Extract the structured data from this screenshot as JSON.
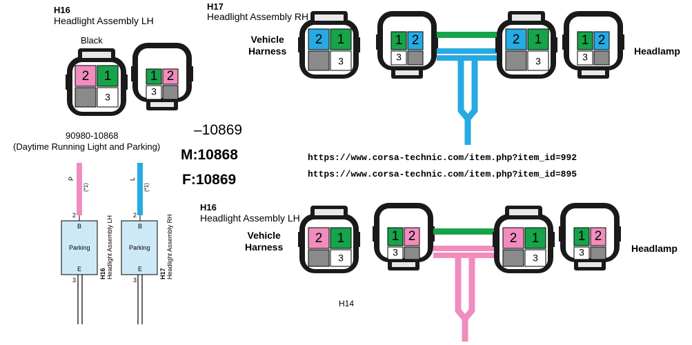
{
  "colors": {
    "pink": "#f08cbe",
    "green": "#17a34a",
    "blue": "#26aae1",
    "gray": "#8a8a8a",
    "box_fill": "#cde9f7",
    "connector_dark": "#1a1a1a"
  },
  "h16_top": {
    "code": "H16",
    "name": "Headlight Assembly LH"
  },
  "h17": {
    "code": "H17",
    "name": "Headlight Assembly RH"
  },
  "h16_bottom": {
    "code": "H16",
    "name": "Headlight Assembly LH"
  },
  "left_panel": {
    "color_label": "Black",
    "part_number": "90980-10868",
    "part_desc": "(Daytime Running Light and Parking)",
    "alt_number": "–10869",
    "male": "M:10868",
    "female": "F:10869"
  },
  "connector_pins": {
    "pin1": "1",
    "pin2": "2",
    "pin3": "3"
  },
  "row_labels": {
    "vehicle_harness_top": [
      "Vehicle",
      "Harness"
    ],
    "headlamp_top": "Headlamp",
    "vehicle_harness_bottom": [
      "Vehicle",
      "Harness"
    ],
    "headlamp_bottom": "Headlamp",
    "h14": "H14"
  },
  "urls": [
    "https://www.corsa-technic.com/item.php?item_id=992",
    "https://www.corsa-technic.com/item.php?item_id=895"
  ],
  "schematic": {
    "left": {
      "wire_color": "P",
      "note": "(*1)",
      "pin_top": "2",
      "pin_bottom": "3",
      "terminal_top": "B",
      "terminal_bottom": "E",
      "box_label": "Parking",
      "code": "H16",
      "name": "Headlight Assembly LH"
    },
    "right": {
      "wire_color": "L",
      "note": "(*1)",
      "pin_top": "2",
      "pin_bottom": "3",
      "terminal_top": "B",
      "terminal_bottom": "E",
      "box_label": "Parking",
      "code": "H17",
      "name": "Headlight Assembly RH"
    }
  }
}
